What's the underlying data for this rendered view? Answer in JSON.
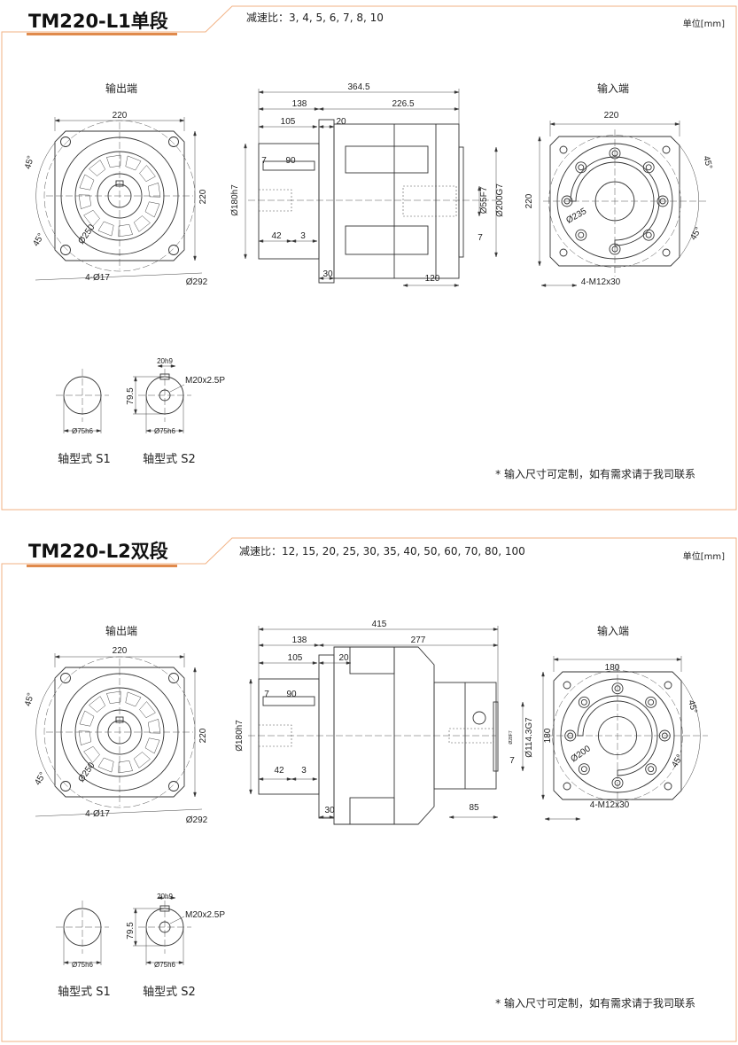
{
  "colors": {
    "frame": "#f2b183",
    "accent": "#e08a4c",
    "line": "#333333"
  },
  "sections": [
    {
      "title": "TM220-L1单段",
      "ratios": "减速比：3, 4, 5, 6, 7, 8, 10",
      "unit": "单位[mm]",
      "output_view": {
        "heading": "输出端",
        "width": "220",
        "height": "220",
        "angle_top": "45°",
        "angle_bottom": "45°",
        "pcd": "Ø250",
        "holes": "4-Ø17",
        "outer": "Ø292"
      },
      "side_view": {
        "total": "364.5",
        "front": "138",
        "rear": "226.5",
        "shaft": "105",
        "flange": "20",
        "key_offset": "7",
        "key_length": "90",
        "pilot": "Ø180h7",
        "tap_depth": "42",
        "step": "3",
        "input_bore": "Ø55F7",
        "input_pilot": "Ø200G7",
        "input_step": "7",
        "flange_thk": "30",
        "input_depth": "120"
      },
      "input_view": {
        "heading": "输入端",
        "width": "220",
        "height": "220",
        "angle_top": "45°",
        "angle_bottom": "45°",
        "pcd": "Ø235",
        "holes": "4-M12x30"
      },
      "shaft_s1": {
        "diameter": "Ø75h6",
        "caption": "轴型式 S1"
      },
      "shaft_s2": {
        "key_width": "20h9",
        "thread": "M20x2.5P",
        "key_height": "79.5",
        "diameter": "Ø75h6",
        "caption": "轴型式 S2"
      },
      "note": "* 输入尺寸可定制，如有需求请于我司联系"
    },
    {
      "title": "TM220-L2双段",
      "ratios": "减速比：12, 15, 20, 25, 30, 35, 40, 50, 60, 70, 80, 100",
      "unit": "单位[mm]",
      "output_view": {
        "heading": "输出端",
        "width": "220",
        "height": "220",
        "angle_top": "45°",
        "angle_bottom": "45°",
        "pcd": "Ø250",
        "holes": "4-Ø17",
        "outer": "Ø292"
      },
      "side_view": {
        "total": "415",
        "front": "138",
        "rear": "277",
        "shaft": "105",
        "flange": "20",
        "key_offset": "7",
        "key_length": "90",
        "pilot": "Ø180h7",
        "tap_depth": "42",
        "step": "3",
        "input_bore": "Ø28F7",
        "input_pilot": "Ø114.3G7",
        "input_step": "7",
        "flange_thk": "30",
        "input_depth": "85"
      },
      "input_view": {
        "heading": "输入端",
        "width": "180",
        "height": "180",
        "angle_top": "45°",
        "angle_bottom": "45°",
        "pcd": "Ø200",
        "holes": "4-M12x30"
      },
      "shaft_s1": {
        "diameter": "Ø75h6",
        "caption": "轴型式 S1"
      },
      "shaft_s2": {
        "key_width": "20h9",
        "thread": "M20x2.5P",
        "key_height": "79.5",
        "diameter": "Ø75h6",
        "caption": "轴型式 S2"
      },
      "note": "* 输入尺寸可定制，如有需求请于我司联系"
    }
  ]
}
